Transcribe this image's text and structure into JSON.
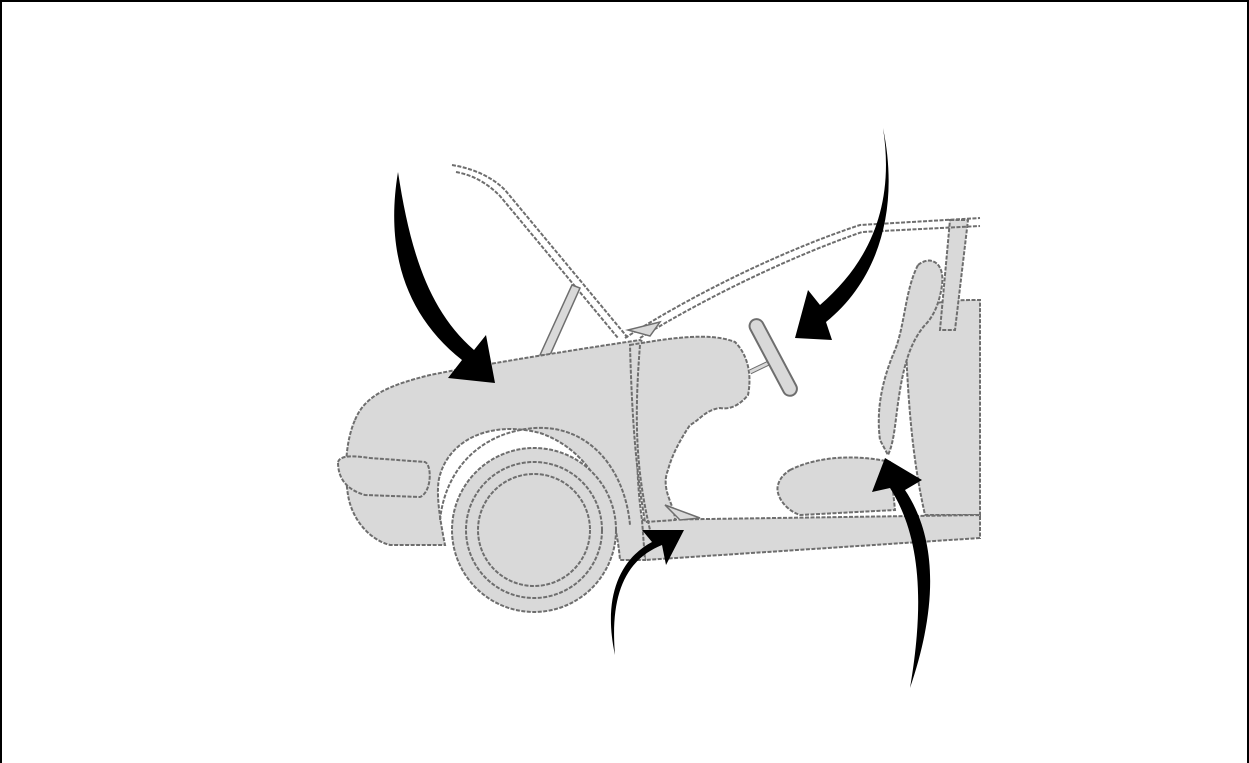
{
  "diagram": {
    "subject": "car-left-side-cutaway",
    "colors": {
      "panel_fill": "#d9d9d9",
      "outline": "#6e6e6e",
      "arrow": "#000000",
      "background": "#ffffff",
      "border": "#000000"
    },
    "callout_arrows": [
      {
        "target": "hood-and-fender"
      },
      {
        "target": "steering-wheel-dash"
      },
      {
        "target": "front-door-hinge-pillar"
      },
      {
        "target": "center-pillar-and-seat"
      }
    ]
  }
}
